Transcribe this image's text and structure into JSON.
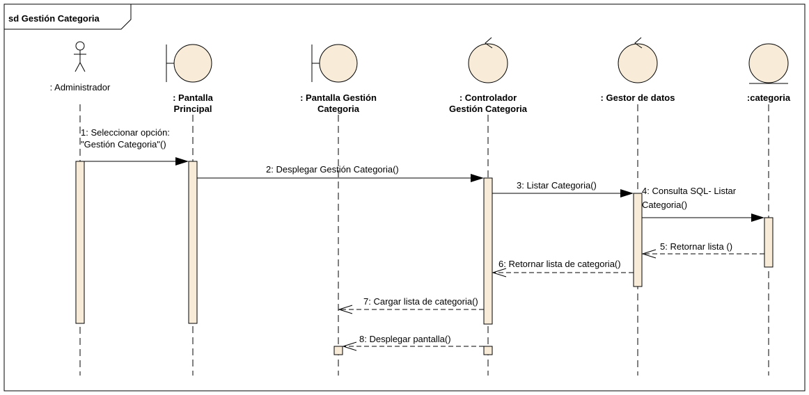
{
  "frame": {
    "title": "sd Gestión Categoria"
  },
  "participants": [
    {
      "id": "administrador",
      "kind": "actor",
      "name": ": Administrador"
    },
    {
      "id": "pantalla-principal",
      "kind": "boundary",
      "name_lines": [
        ": Pantalla",
        "Principal"
      ]
    },
    {
      "id": "pantalla-gestion-categoria",
      "kind": "boundary",
      "name_lines": [
        ": Pantalla Gestión",
        "Categoria"
      ]
    },
    {
      "id": "controlador-gestion-categoria",
      "kind": "control",
      "name_lines": [
        ": Controlador",
        "Gestión Categoria"
      ]
    },
    {
      "id": "gestor-de-datos",
      "kind": "control",
      "name_lines": [
        ": Gestor de datos"
      ]
    },
    {
      "id": "categoria",
      "kind": "entity",
      "name_lines": [
        ":categoria"
      ]
    }
  ],
  "messages": [
    {
      "n": 1,
      "type": "sync",
      "from": "administrador",
      "to": "pantalla-principal",
      "label_lines": [
        "1: Seleccionar opción:",
        "\"Gestión Categoria\"()"
      ]
    },
    {
      "n": 2,
      "type": "sync",
      "from": "pantalla-principal",
      "to": "controlador-gestion-categoria",
      "label_lines": [
        "2: Desplegar Gestión Categoria()"
      ]
    },
    {
      "n": 3,
      "type": "sync",
      "from": "controlador-gestion-categoria",
      "to": "gestor-de-datos",
      "label_lines": [
        "3: Listar Categoria()"
      ]
    },
    {
      "n": 4,
      "type": "sync",
      "from": "gestor-de-datos",
      "to": "categoria",
      "label_lines": [
        "4: Consulta SQL- Listar",
        "Categoria()"
      ]
    },
    {
      "n": 5,
      "type": "return",
      "from": "categoria",
      "to": "gestor-de-datos",
      "label_lines": [
        "5: Retornar lista ()"
      ]
    },
    {
      "n": 6,
      "type": "return",
      "from": "gestor-de-datos",
      "to": "controlador-gestion-categoria",
      "label_lines": [
        "6: Retornar lista de categoria()"
      ]
    },
    {
      "n": 7,
      "type": "return",
      "from": "controlador-gestion-categoria",
      "to": "pantalla-gestion-categoria",
      "label_lines": [
        "7: Cargar lista de categoria()"
      ]
    },
    {
      "n": 8,
      "type": "return",
      "from": "controlador-gestion-categoria",
      "to": "pantalla-gestion-categoria",
      "label_lines": [
        "8: Desplegar pantalla()"
      ]
    }
  ],
  "colors": {
    "fill": "#f8ecd8",
    "stroke": "#000000",
    "background": "#ffffff"
  }
}
